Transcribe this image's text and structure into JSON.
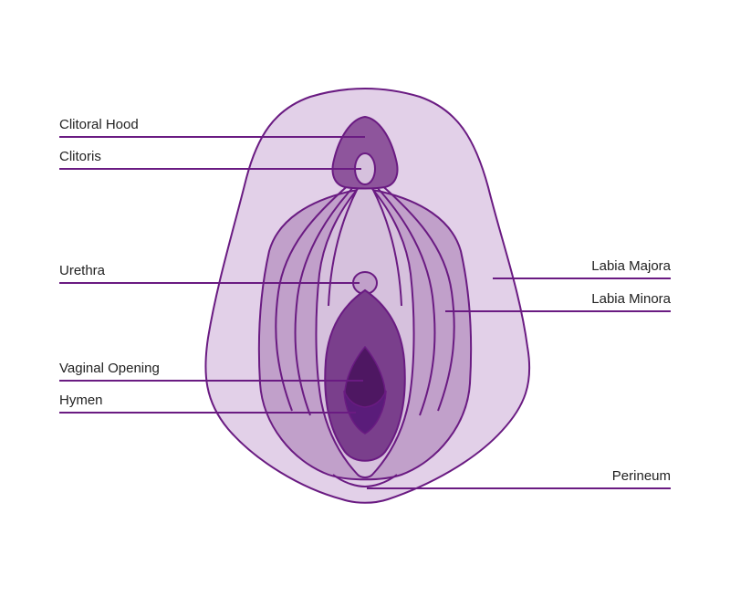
{
  "labels": {
    "clitoral_hood": "Clitoral Hood",
    "clitoris": "Clitoris",
    "urethra": "Urethra",
    "vaginal_opening": "Vaginal Opening",
    "hymen": "Hymen",
    "labia_majora": "Labia Majora",
    "labia_minora": "Labia Minora",
    "perineum": "Perineum"
  },
  "colors": {
    "outline": "#6a1b82",
    "labia_majora_fill": "#e2d0e8",
    "labia_minora_fill": "#c1a0ca",
    "inner_fill": "#d6c1dd",
    "hood_fill": "#8e559c",
    "opening_fill": "#7a3f8c",
    "vaginal_opening_fill": "#4e1762",
    "hymen_fill": "#5a1c7a",
    "leader_line": "#6a1b82",
    "text": "#222222"
  }
}
